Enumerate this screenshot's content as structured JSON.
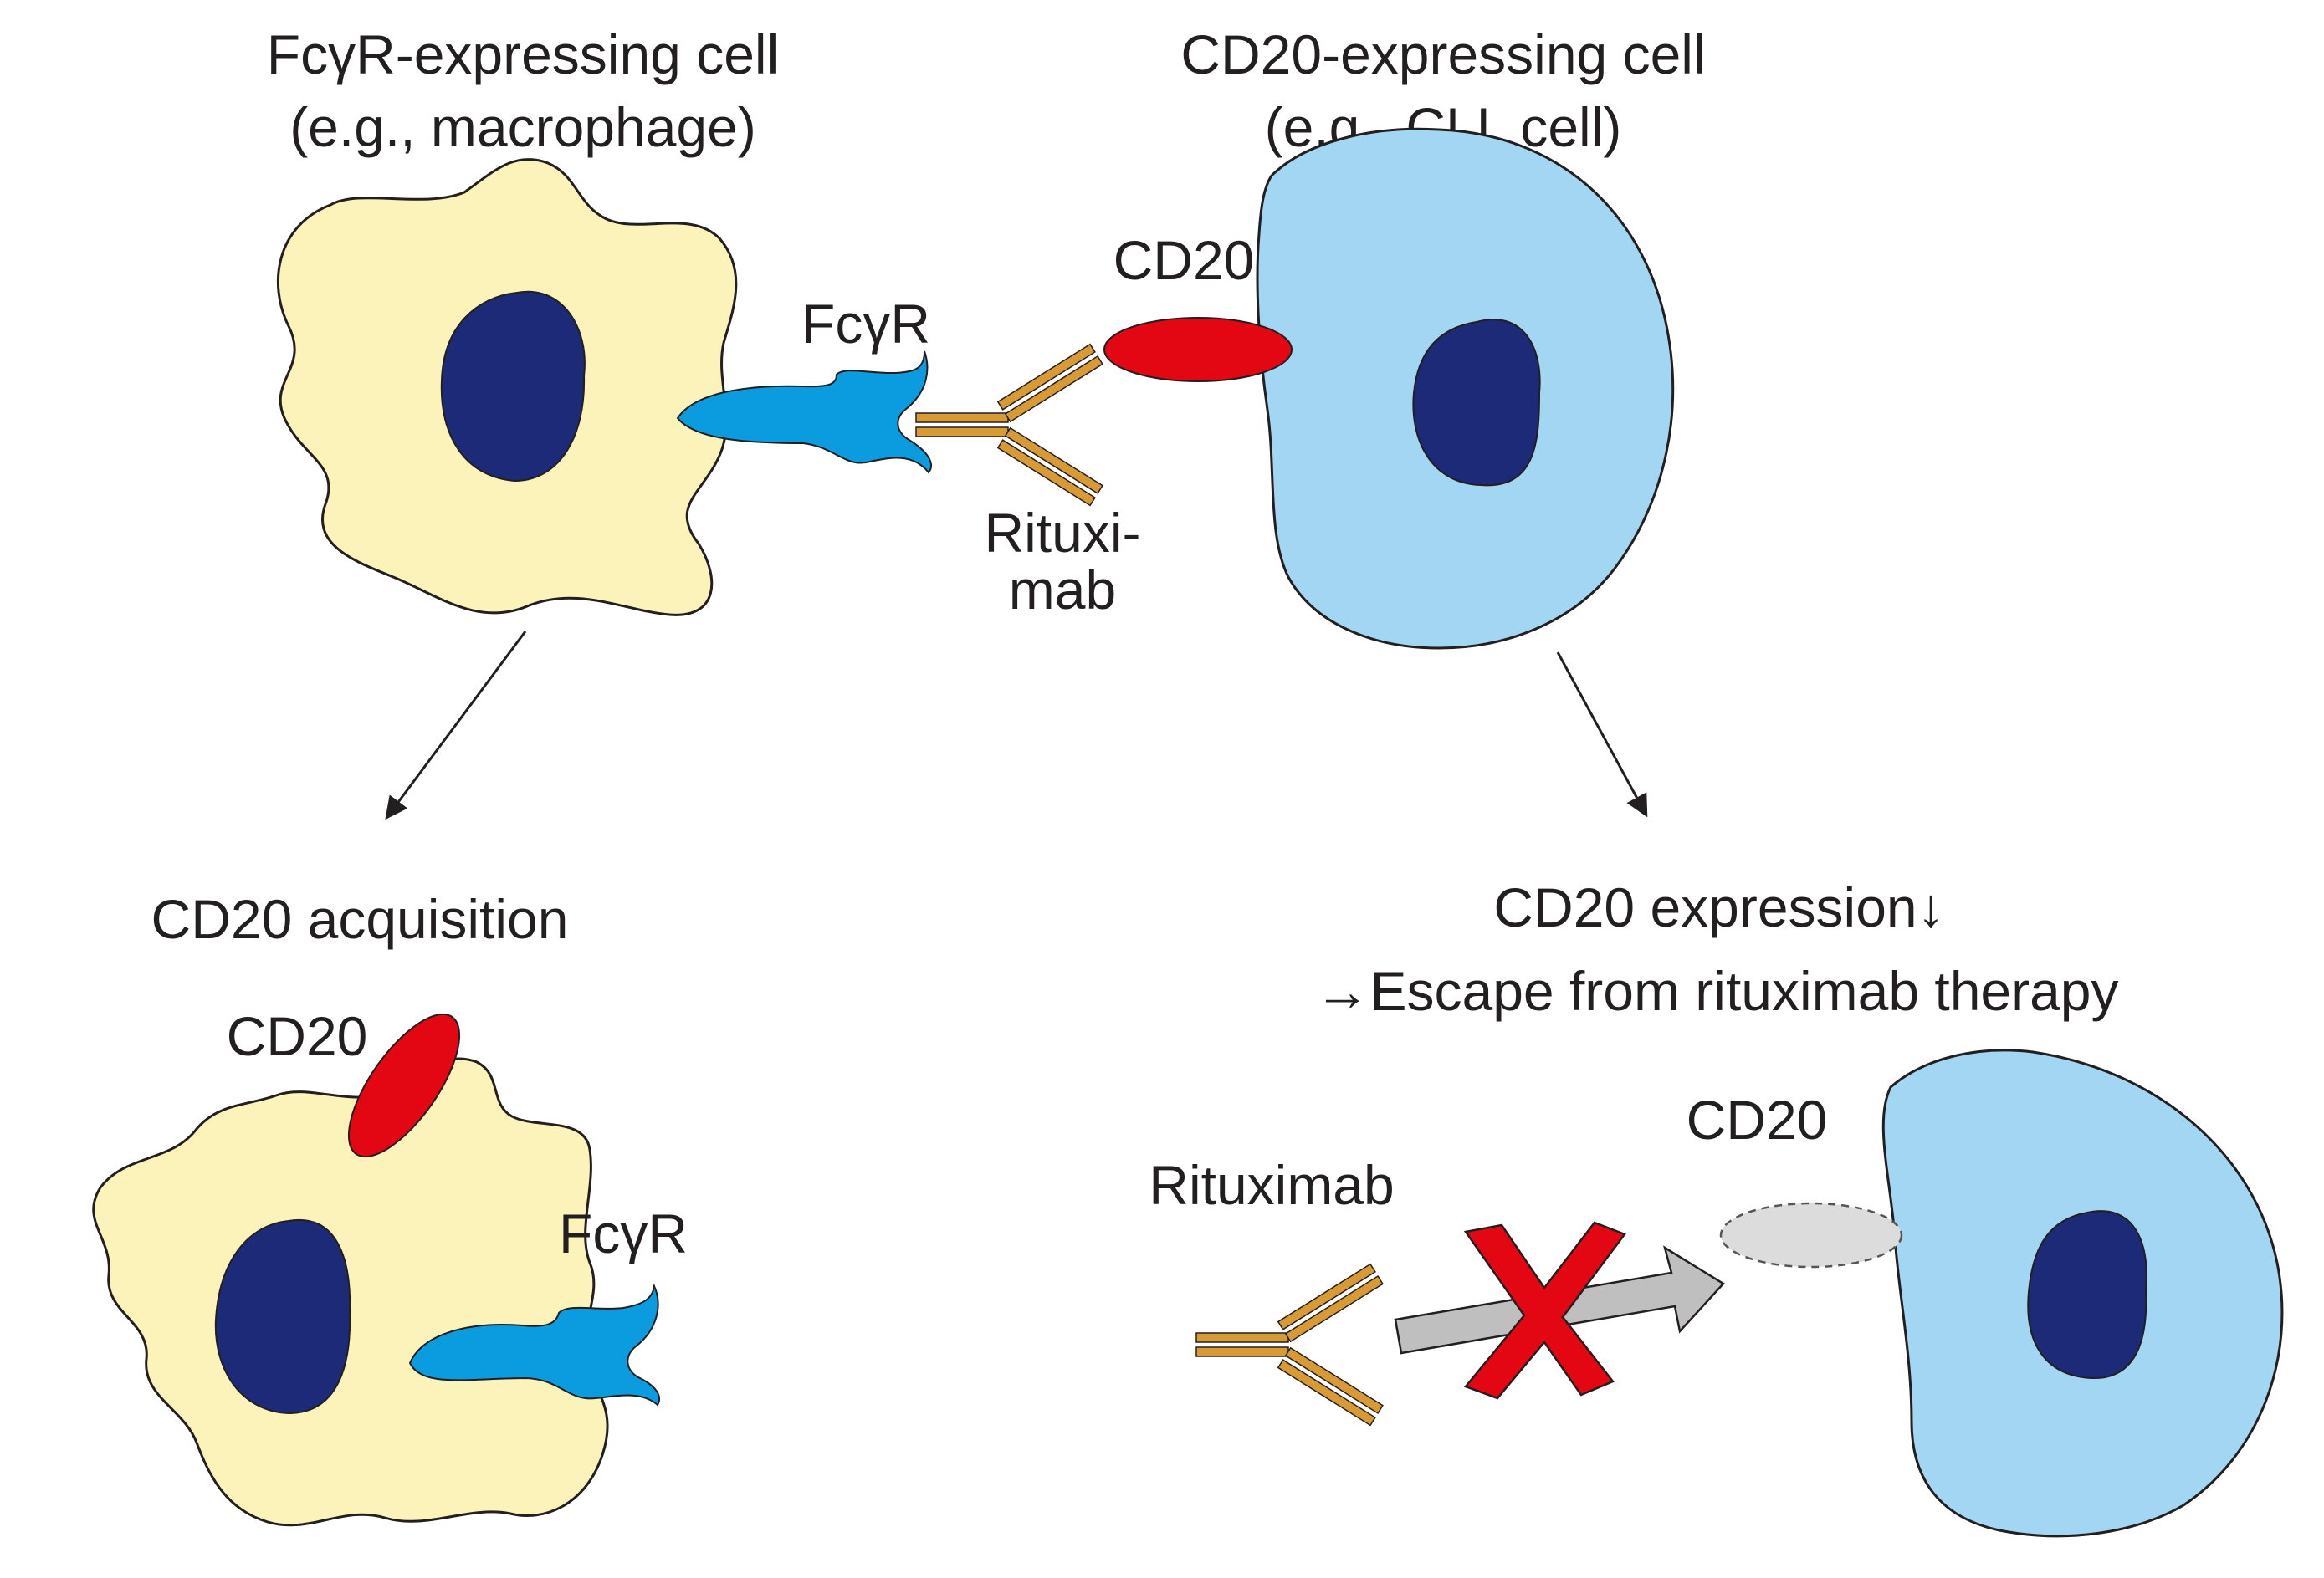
{
  "colors": {
    "macrophage_fill": "#fbf3b9",
    "cll_fill": "#a3d6f2",
    "nucleus_fill": "#1c2a78",
    "fcgr_fill": "#0b9ce0",
    "cd20_fill": "#e30613",
    "cd20_lost_fill": "#dcdcdc",
    "antibody_fill": "#d79a34",
    "blocked_arrow_fill": "#bfbfbf",
    "cross_fill": "#e30613",
    "text": "#231f20"
  },
  "top": {
    "macrophage_title": [
      "FcγR-expressing cell",
      "(e.g., macrophage)"
    ],
    "cll_title": [
      "CD20-expressing cell",
      "(e.g., CLL cell)"
    ],
    "fcgr_label": "FcγR",
    "cd20_label": "CD20",
    "rituximab_label": [
      "Rituxi-",
      "mab"
    ]
  },
  "bottom_left": {
    "title": "CD20 acquisition",
    "cd20_label": "CD20",
    "fcgr_label": "FcγR"
  },
  "bottom_right": {
    "title": [
      "CD20 expression↓",
      "→Escape from rituximab therapy"
    ],
    "rituximab_label": "Rituximab",
    "cd20_label": "CD20"
  },
  "icons": {
    "flow_arrow": "downward-arrow-icon",
    "blocked": "red-cross-icon"
  }
}
